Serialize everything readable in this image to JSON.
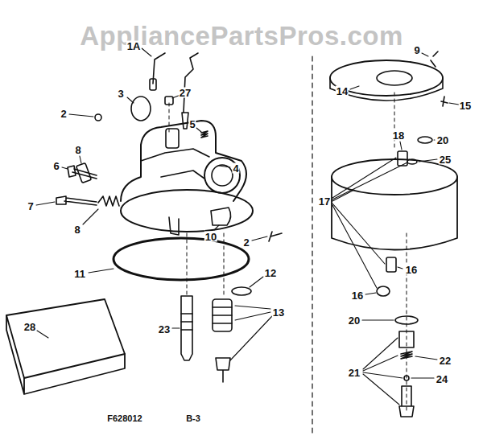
{
  "diagram": {
    "labels": [
      "AppliancePartsPros.com",
      "1A",
      "27",
      "4",
      "3",
      "2",
      "5",
      "6",
      "8",
      "8",
      "7",
      "10",
      "2",
      "11",
      "12",
      "13",
      "23",
      "28",
      "9",
      "14",
      "15",
      "18",
      "20",
      "25",
      "17",
      "16",
      "16",
      "20",
      "22",
      "21",
      "24",
      "F628012",
      "B-3"
    ]
  }
}
